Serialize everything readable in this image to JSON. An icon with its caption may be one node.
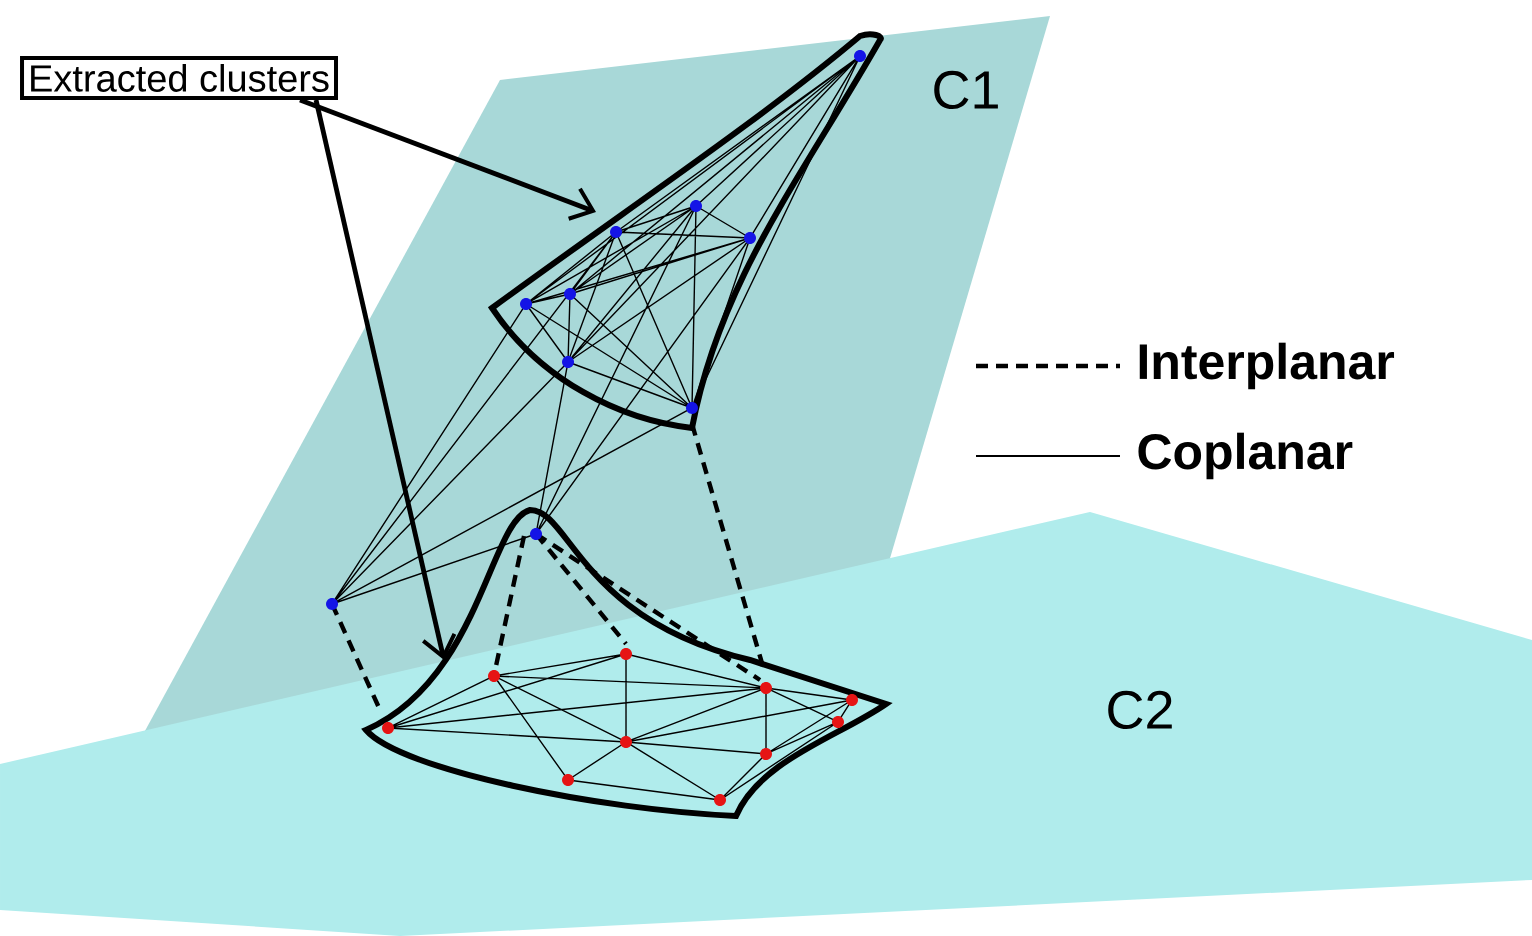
{
  "diagram": {
    "nodes": [
      {
        "text": [
          "Extracted clusters"
        ]
      },
      {
        "text": [],
        "shape": "blob",
        "beside": [
          "C1"
        ]
      },
      {
        "text": [],
        "shape": "blob"
      }
    ],
    "edges": [
      {
        "from": 0,
        "to": 1,
        "arrow": "to"
      },
      {
        "from": 0,
        "to": 2,
        "arrow": "to"
      }
    ],
    "labels": [
      "C2"
    ],
    "legend": [
      {
        "text": "Interplanar"
      },
      {
        "text": "Coplanar"
      }
    ]
  }
}
